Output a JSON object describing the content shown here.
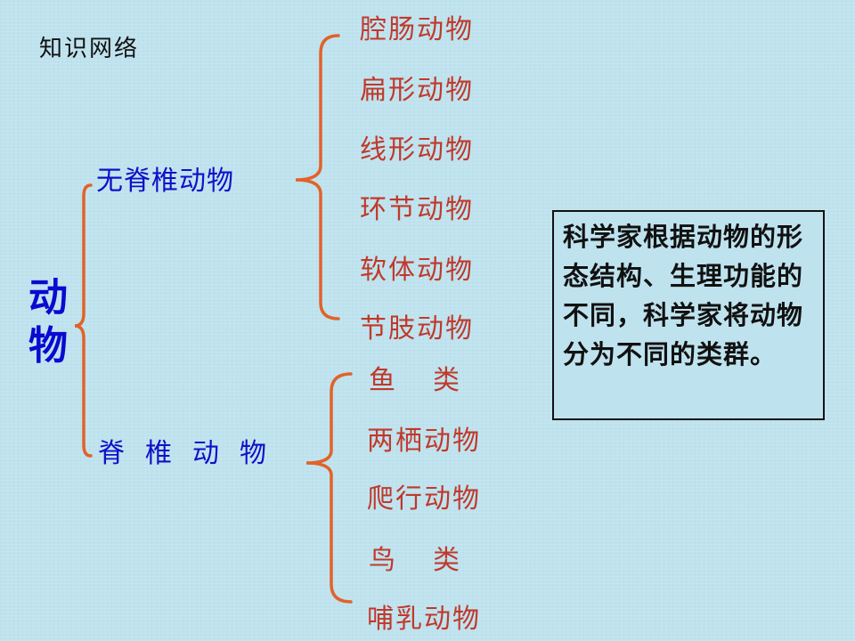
{
  "title": "知识网络",
  "root": {
    "line1": "动",
    "line2": "物"
  },
  "branches": [
    {
      "label": "无脊椎动物",
      "leaves": [
        "腔肠动物",
        "扁形动物",
        "线形动物",
        "环节动物",
        "软体动物",
        "节肢动物"
      ]
    },
    {
      "label_parts": [
        "脊",
        "椎",
        "动",
        "物"
      ],
      "leaves": [
        {
          "a": "鱼",
          "b": "类"
        },
        "两栖动物",
        "爬行动物",
        {
          "a": "鸟",
          "b": "类"
        },
        "哺乳动物"
      ]
    }
  ],
  "note": "科学家根据动物的形态结构、生理功能的不同，科学家将动物分为不同的类群。",
  "colors": {
    "background": "#bfe3ee",
    "branch_text": "#1010c8",
    "leaf_text": "#c0392b",
    "brace": "#e2622a"
  }
}
